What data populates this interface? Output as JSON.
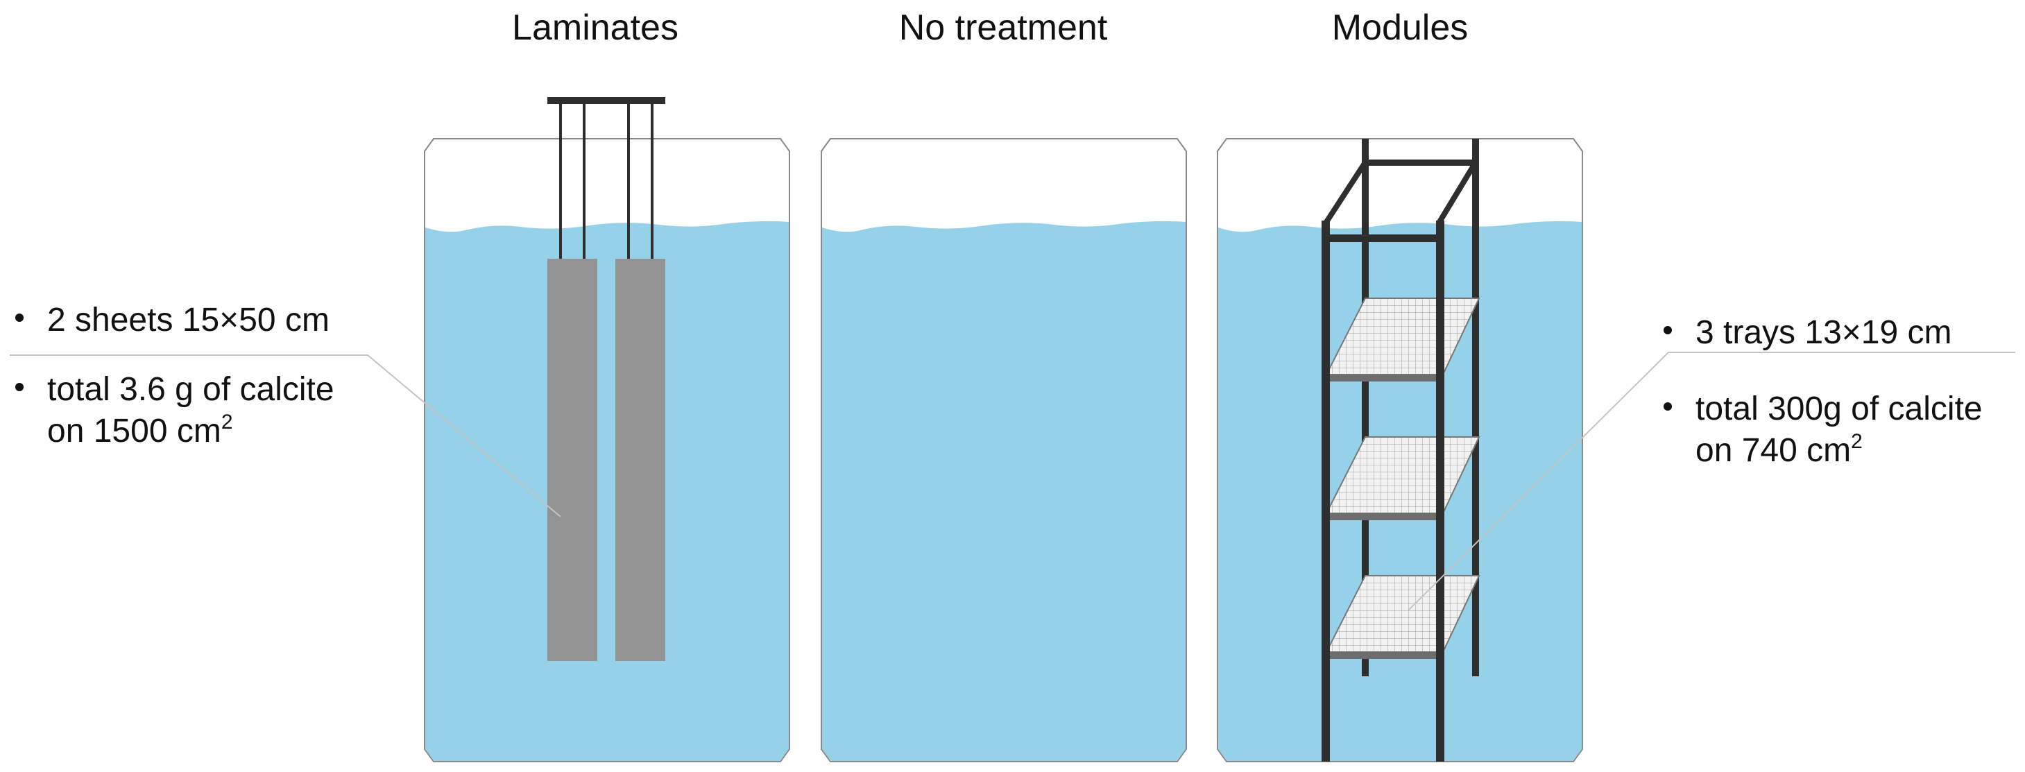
{
  "panels": {
    "laminates": {
      "title": "Laminates",
      "notes": [
        {
          "line1": "2 sheets 15×50 cm"
        },
        {
          "line1": "total 3.6 g of calcite",
          "line2_pre": "on 1500 cm",
          "line2_sup": "2"
        }
      ]
    },
    "no_treatment": {
      "title": "No treatment"
    },
    "modules": {
      "title": "Modules",
      "notes": [
        {
          "line1": "3 trays 13×19 cm"
        },
        {
          "line1": "total 300g of calcite",
          "line2_pre": "on 740 cm",
          "line2_sup": "2"
        }
      ]
    }
  },
  "colors": {
    "water": "#95d2ea",
    "tank_outline": "#8a8a8a",
    "laminate_sheet": "#939393",
    "frame": "#2e2e2e",
    "leader_line": "#c4c4c4"
  }
}
